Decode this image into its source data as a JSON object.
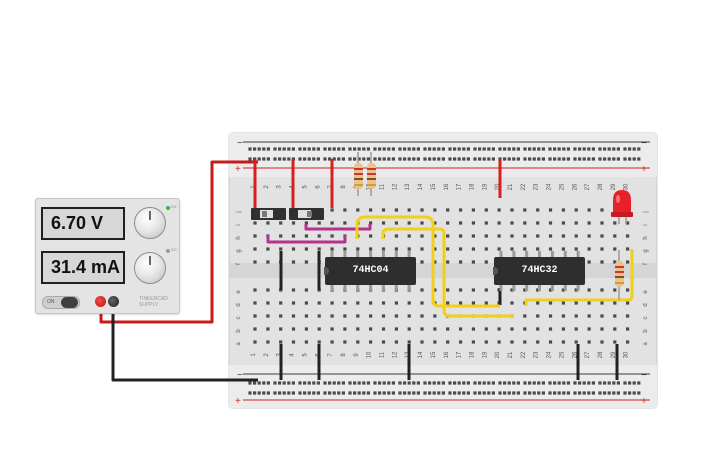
{
  "power_supply": {
    "voltage": "6.70 V",
    "current": "31.4 mA",
    "switch_label": "ON",
    "cv_label": "CV",
    "cc_label": "CC",
    "brand": "TINKERCAD SUPPLY"
  },
  "breadboard": {
    "columns": [
      "1",
      "2",
      "3",
      "4",
      "5",
      "6",
      "7",
      "8",
      "9",
      "10",
      "11",
      "12",
      "13",
      "14",
      "15",
      "16",
      "17",
      "18",
      "19",
      "20",
      "21",
      "22",
      "23",
      "24",
      "25",
      "26",
      "27",
      "28",
      "29",
      "30"
    ],
    "rows_top": [
      "j",
      "i",
      "h",
      "g",
      "f"
    ],
    "rows_bottom": [
      "e",
      "d",
      "c",
      "b",
      "a"
    ],
    "rail_minus": "−",
    "rail_plus": "+"
  },
  "chips": {
    "chip1": "74HC04",
    "chip2": "74HC32"
  },
  "colors": {
    "wire_red": "#d81f1f",
    "wire_black": "#222222",
    "wire_yellow": "#f2cf1a",
    "wire_purple": "#b5338f",
    "led": "#e8202a",
    "rail_red": "#d42020",
    "rail_dark": "#3b3b3b"
  }
}
